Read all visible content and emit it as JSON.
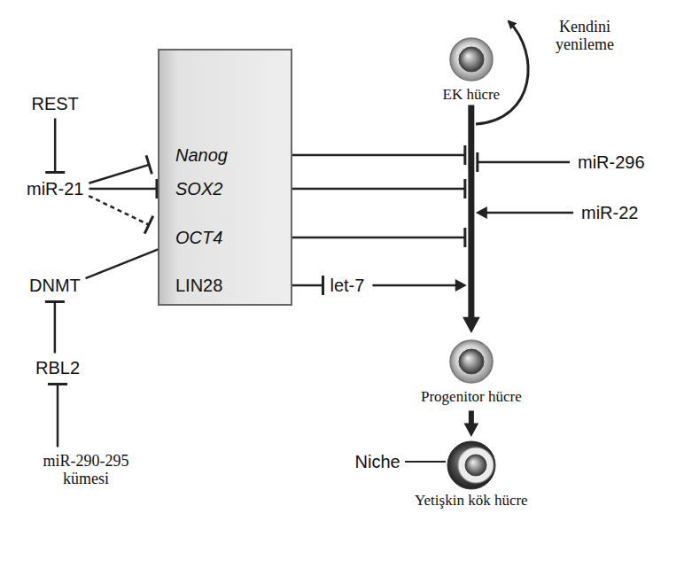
{
  "diagram": {
    "nodes": [
      {
        "text": [
          "REST"
        ]
      },
      {
        "text": [
          "miR-21"
        ]
      },
      {
        "text": []
      },
      {
        "text": [
          "Nanog"
        ],
        "in": 2
      },
      {
        "text": [
          "SOX2"
        ],
        "in": 2
      },
      {
        "text": [
          "OCT4"
        ],
        "in": 2
      },
      {
        "text": [
          "LIN28"
        ],
        "in": 2
      },
      {
        "text": [
          "DNMT"
        ]
      },
      {
        "text": [
          "RBL2"
        ]
      },
      {
        "text": [
          "miR-290-295 kümesi"
        ]
      },
      {
        "text": [
          "let-7"
        ]
      },
      {
        "text": [
          "EK hücre"
        ]
      },
      {
        "text": [
          "miR-296"
        ]
      },
      {
        "text": [
          "miR-22"
        ]
      },
      {
        "text": [
          "Progenitor hücre"
        ]
      },
      {
        "text": [
          "Yetişkin kök hücre"
        ]
      }
    ],
    "edges": [
      {
        "from": 0,
        "to": 1,
        "arrow": "to"
      },
      {
        "from": 1,
        "to": 3,
        "arrow": "to"
      },
      {
        "from": 1,
        "to": 4,
        "arrow": "to"
      },
      {
        "from": 1,
        "to": 5,
        "arrow": "to"
      },
      {
        "from": 7,
        "to": 5,
        "arrow": "to"
      },
      {
        "from": 8,
        "to": 7,
        "arrow": "to"
      },
      {
        "from": 9,
        "to": 8,
        "arrow": "to"
      },
      {
        "from": 6,
        "to": 10,
        "arrow": "to"
      },
      {
        "from": 11,
        "to": 14,
        "arrow": "to"
      },
      {
        "from": 14,
        "to": 15,
        "arrow": "to"
      }
    ],
    "labels": [
      "Kendini yenileme",
      "Niche"
    ]
  }
}
